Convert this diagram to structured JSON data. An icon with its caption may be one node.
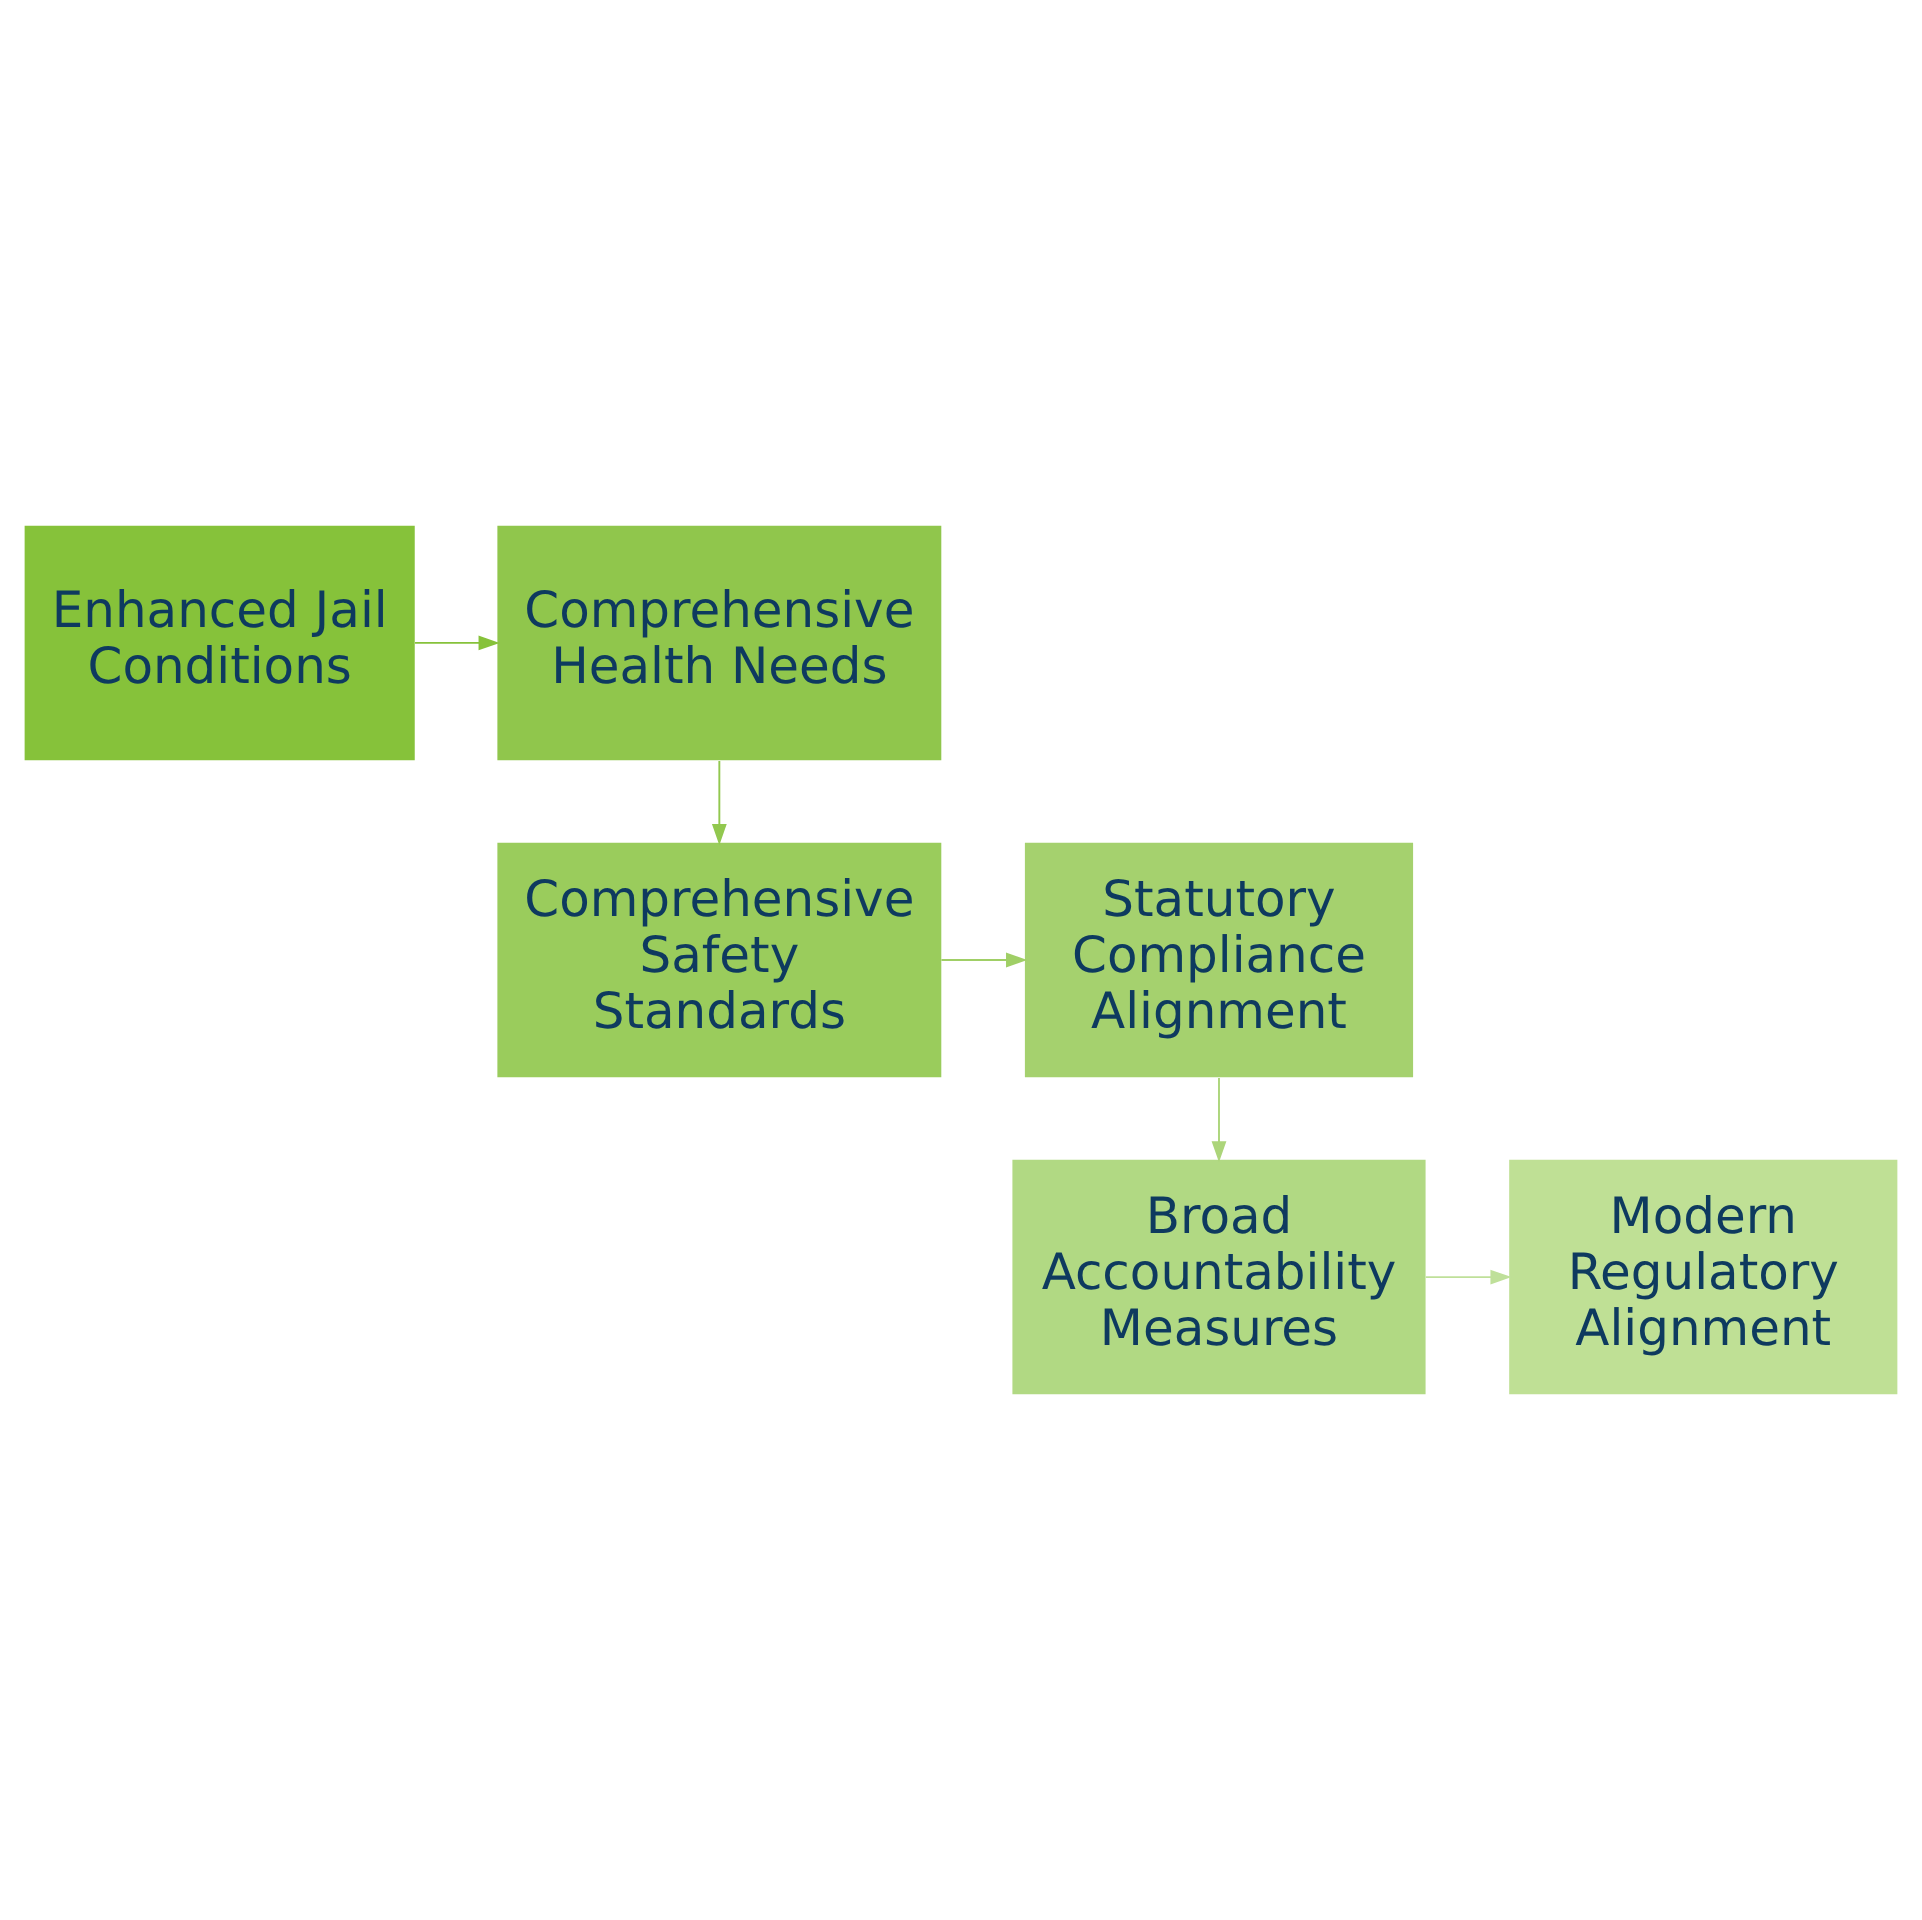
{
  "diagram": {
    "nodes": [
      {
        "text": [
          "Enhanced Jail Conditions"
        ]
      },
      {
        "text": [
          "Comprehensive Health Needs"
        ]
      },
      {
        "text": [
          "Comprehensive Safety Standards"
        ]
      },
      {
        "text": [
          "Statutory Compliance Alignment"
        ]
      },
      {
        "text": [
          "Broad Accountability Measures"
        ]
      },
      {
        "text": [
          "Modern Regulatory Alignment"
        ]
      }
    ],
    "edges": [
      {
        "from": 0,
        "to": 1,
        "arrow": "to",
        "color": "#86c23a"
      },
      {
        "from": 1,
        "to": 2,
        "arrow": "to",
        "color": "#92c84f"
      },
      {
        "from": 2,
        "to": 3,
        "arrow": "to",
        "color": "#a0cf66"
      },
      {
        "from": 3,
        "to": 4,
        "arrow": "to",
        "color": "#acd57a"
      },
      {
        "from": 4,
        "to": 5,
        "arrow": "to",
        "color": "#bfe09a"
      }
    ]
  }
}
